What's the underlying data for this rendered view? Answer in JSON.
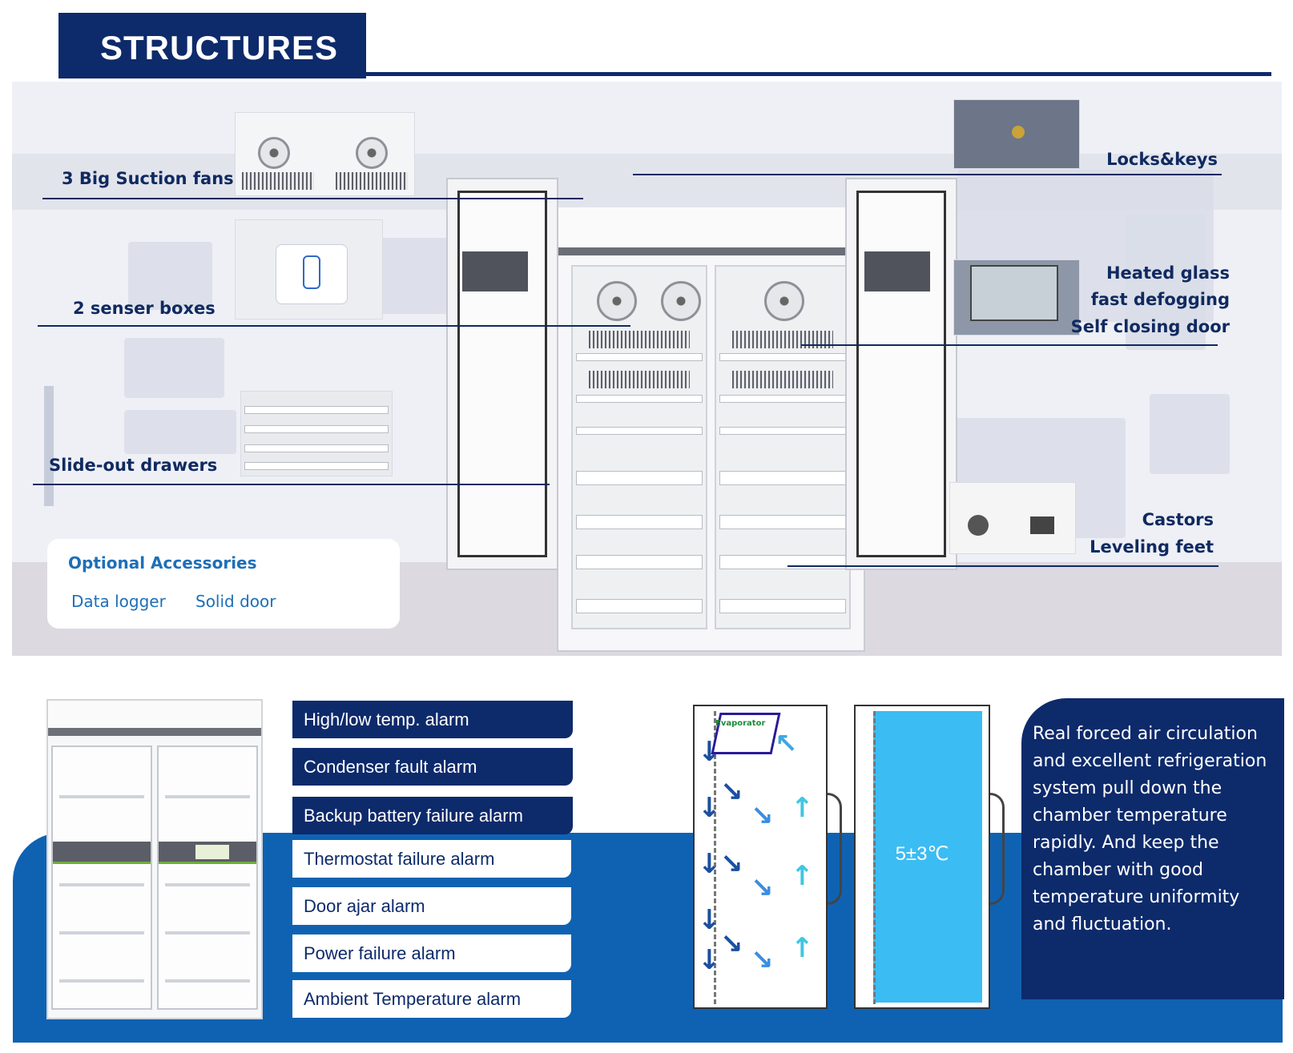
{
  "header": {
    "title": "STRUCTURES"
  },
  "callouts": {
    "fans": "3 Big Suction fans",
    "sensors": "2 senser boxes",
    "drawers": "Slide-out drawers",
    "locks": "Locks&keys",
    "glass_line1": "Heated glass",
    "glass_line2": "fast defogging",
    "glass_line3": "Self closing door",
    "castors_line1": "Castors",
    "castors_line2": "Leveling feet"
  },
  "optional": {
    "title": "Optional Accessories",
    "items": [
      "Data logger",
      "Solid door"
    ]
  },
  "alarms": [
    "High/low temp. alarm",
    "Condenser fault alarm",
    "Backup battery failure alarm",
    "Thermostat failure alarm",
    "Door ajar alarm",
    "Power failure alarm",
    "Ambient Temperature alarm"
  ],
  "airflow": {
    "evaporator_label": "Evaporator",
    "temperature": "5±3℃"
  },
  "description": "Real forced air circulation and excellent refrigeration system pull down the chamber temperature rapidly. And keep the chamber with good temperature uniformity and fluctuation.",
  "colors": {
    "navy": "#0d2a6b",
    "blue": "#0f62b2",
    "cyan": "#3bbcf2"
  }
}
